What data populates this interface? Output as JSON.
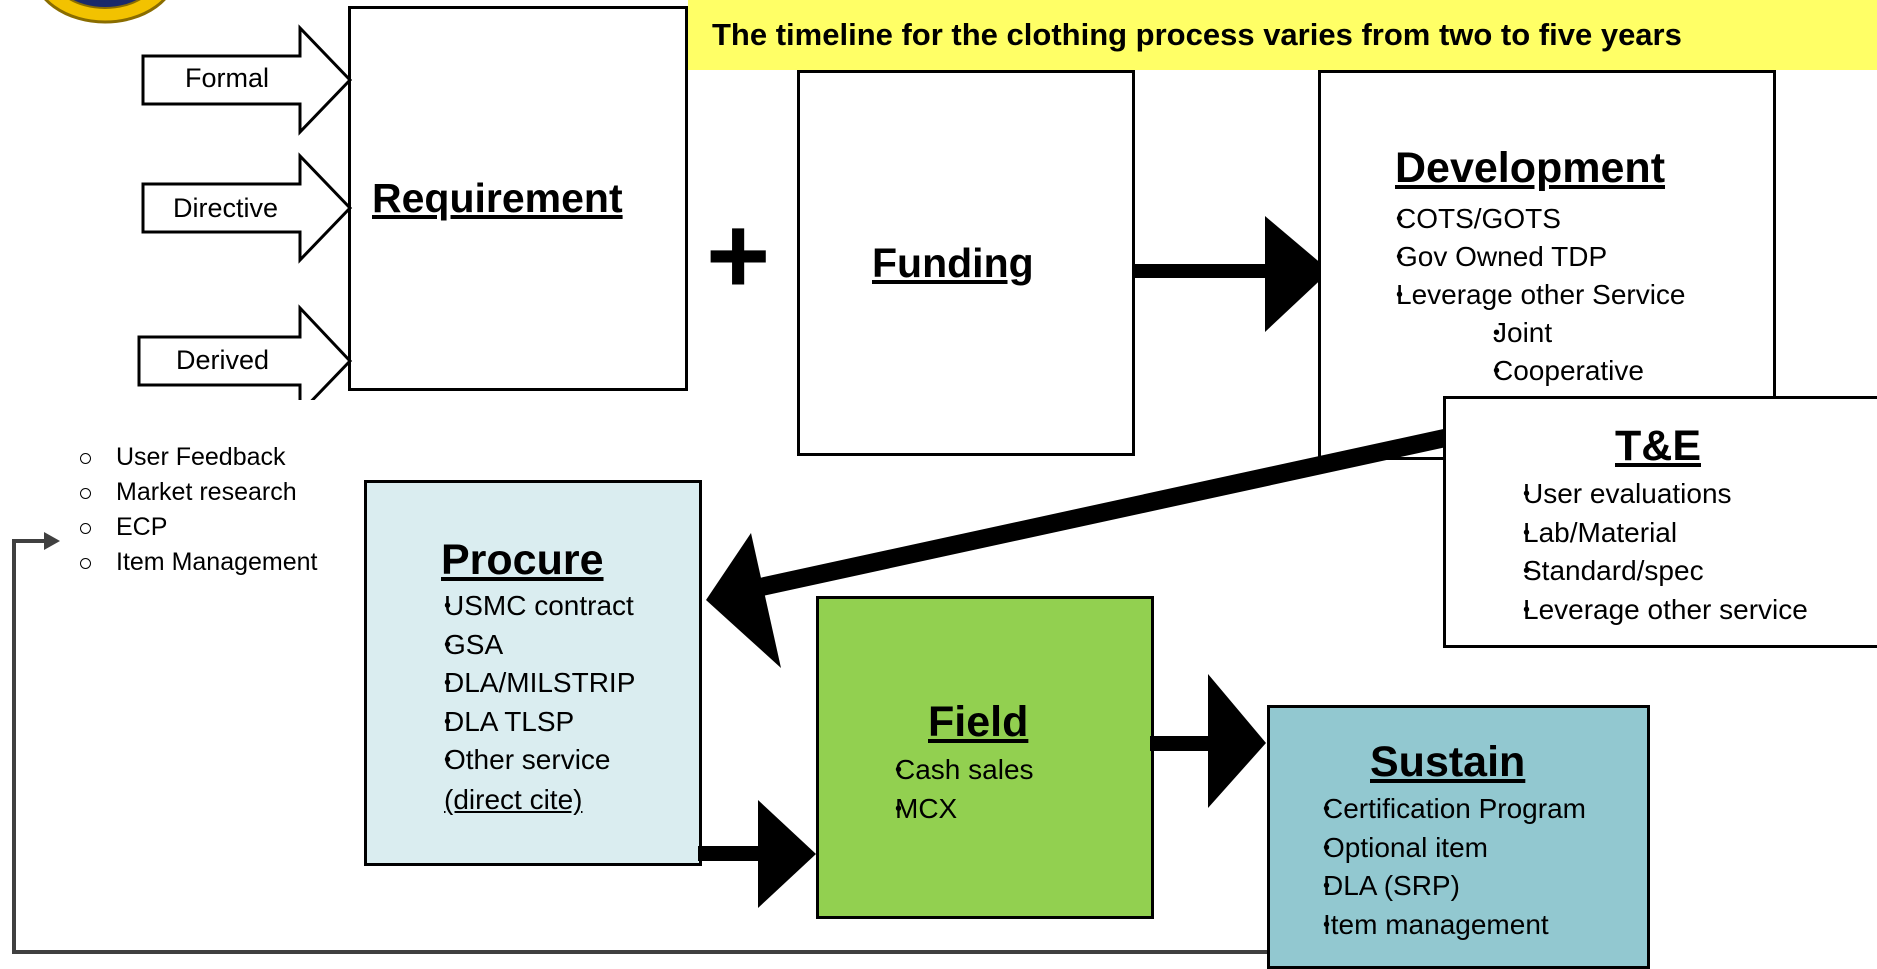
{
  "banner": "The timeline for the clothing process varies from two to five years",
  "inputs": [
    "Formal",
    "Directive",
    "Derived"
  ],
  "requirement": {
    "title": "Requirement"
  },
  "plus": "+",
  "funding": {
    "title": "Funding"
  },
  "development": {
    "title": "Development",
    "items": [
      "COTS/GOTS",
      "Gov Owned TDP",
      "Leverage other Service"
    ],
    "subitems": [
      "Joint",
      "Cooperative"
    ]
  },
  "te": {
    "title": "T&E",
    "items": [
      "User evaluations",
      "Lab/Material",
      "Standard/spec",
      "Leverage other service"
    ]
  },
  "feedback": [
    "User Feedback",
    "Market research",
    "ECP",
    "Item Management"
  ],
  "procure": {
    "title": "Procure",
    "items": [
      "USMC contract",
      "GSA",
      "DLA/MILSTRIP",
      "DLA TLSP",
      "Other service"
    ],
    "note": "(direct cite)"
  },
  "field": {
    "title": "Field",
    "items": [
      "Cash sales",
      "MCX"
    ]
  },
  "sustain": {
    "title": "Sustain",
    "items": [
      "Certification Program",
      "Optional item",
      "DLA (SRP)",
      "Item management"
    ]
  },
  "colors": {
    "banner": "#ffff66",
    "procure": "#daedf0",
    "field": "#92d050",
    "sustain": "#92c8d0",
    "feedback_line": "#404040"
  }
}
